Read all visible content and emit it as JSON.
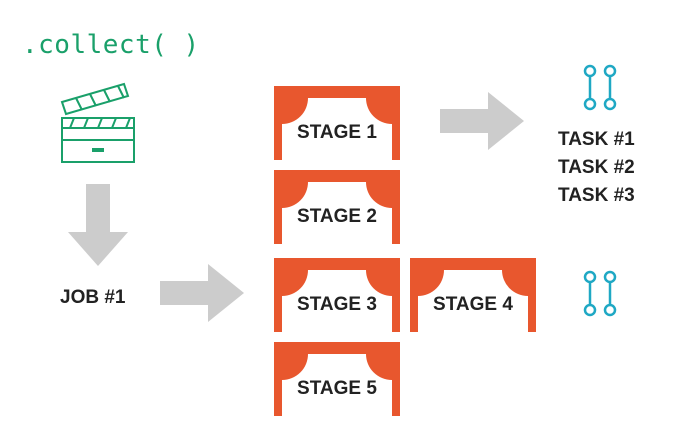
{
  "code": {
    "text": ".collect( )"
  },
  "job": {
    "label": "JOB #1"
  },
  "tasks": [
    "TASK #1",
    "TASK #2",
    "TASK #3"
  ],
  "stages": [
    "STAGE 1",
    "STAGE 2",
    "STAGE 3",
    "STAGE 4",
    "STAGE 5"
  ],
  "colors": {
    "code": "#1aa06a",
    "stage": "#e8572e",
    "arrow": "#cccccc",
    "task_icon": "#1fa8c4"
  },
  "icons": {
    "clapperboard": "clapperboard-icon",
    "task": "task-graph-icon",
    "arrow": "arrow-icon"
  }
}
